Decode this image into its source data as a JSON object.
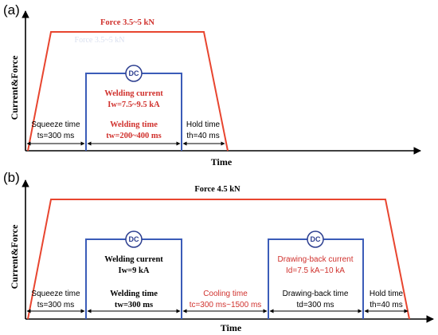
{
  "colors": {
    "force_line": "#e8452f",
    "current_box": "#3b5cb8",
    "axis": "#000000",
    "red_text": "#d0312d",
    "dc_circle": "#2c3e8f"
  },
  "panel_a": {
    "label": "(a)",
    "force_label": "Force 3.5~5 kN",
    "force_ghost": "Force 3.5~5 kN",
    "y_axis": "Current&Force",
    "x_axis": "Time",
    "dc": "DC",
    "welding_current_title": "Welding current",
    "welding_current_value": "Iw=7.5~9.5 kA",
    "squeeze_title": "Squeeze time",
    "squeeze_value": "ts=300 ms",
    "welding_time_title": "Welding time",
    "welding_time_value": "tw=200~400 ms",
    "hold_title": "Hold time",
    "hold_value": "th=40 ms"
  },
  "panel_b": {
    "label": "(b)",
    "force_label": "Force 4.5 kN",
    "y_axis": "Current&Force",
    "x_axis": "Time",
    "dc1": "DC",
    "dc2": "DC",
    "welding_current_title": "Welding current",
    "welding_current_value": "Iw=9 kA",
    "drawing_current_title": "Drawing-back current",
    "drawing_current_value": "Id=7.5 kA~10 kA",
    "squeeze_title": "Squeeze time",
    "squeeze_value": "ts=300 ms",
    "welding_time_title": "Welding time",
    "welding_time_value": "tw=300 ms",
    "cooling_title": "Cooling time",
    "cooling_value": "tc=300 ms~1500 ms",
    "drawing_time_title": "Drawing-back time",
    "drawing_time_value": "td=300 ms",
    "hold_title": "Hold time",
    "hold_value": "th=40 ms"
  }
}
